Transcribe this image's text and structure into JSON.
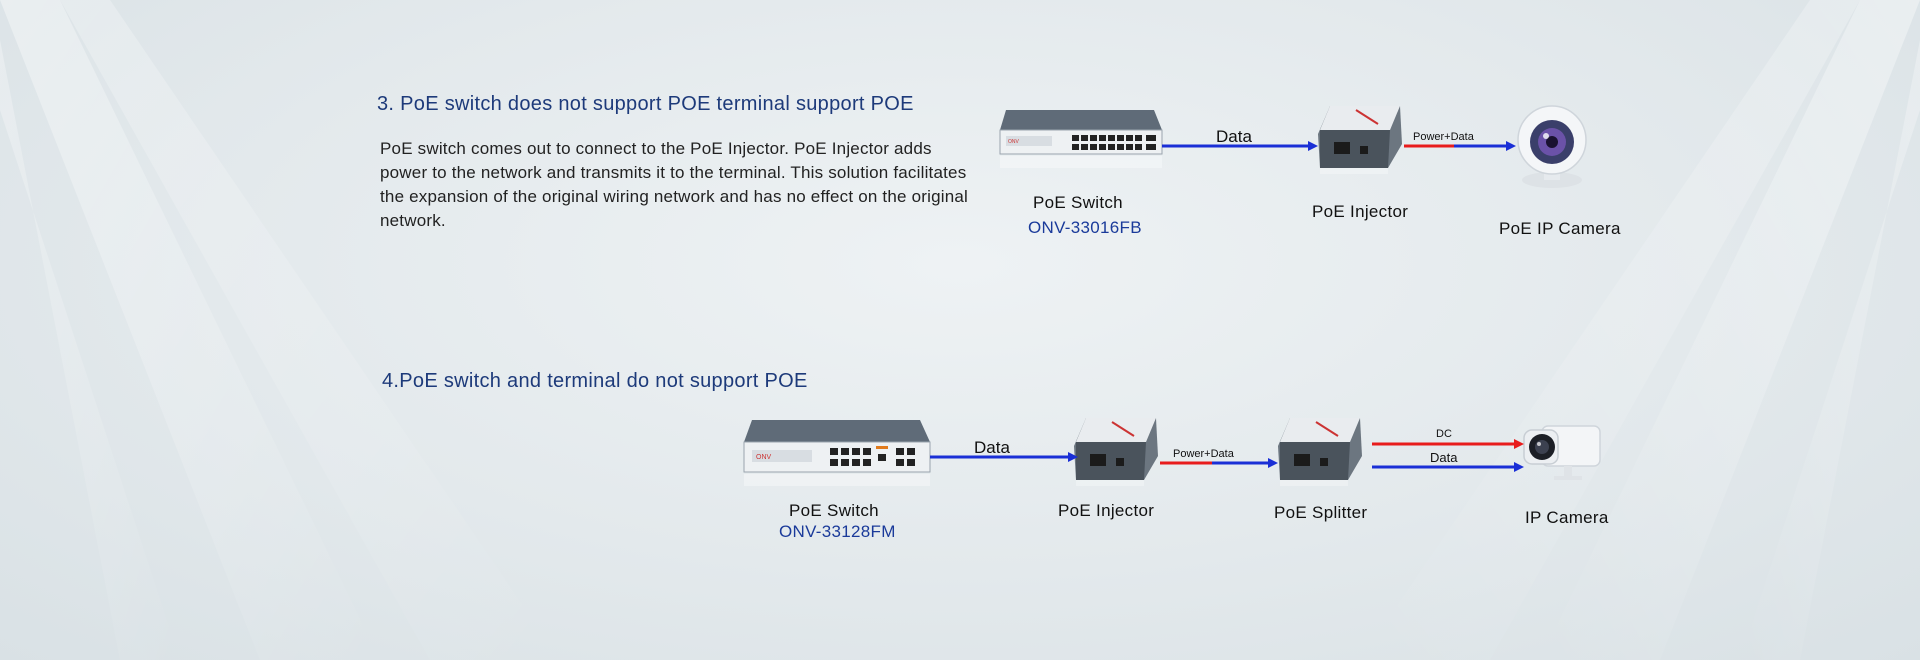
{
  "section3": {
    "title": "3. PoE switch does not support POE terminal support POE",
    "description": "PoE switch comes out to connect to the PoE Injector. PoE Injector adds power to the network and transmits it to the terminal. This solution facilitates the expansion of the original wiring network and has no effect on the original network.",
    "switch_label": "PoE Switch",
    "switch_model": "ONV-33016FB",
    "injector_label": "PoE Injector",
    "camera_label": "PoE IP Camera",
    "link_data": "Data",
    "link_power_data": "Power+Data"
  },
  "section4": {
    "title": "4.PoE switch and terminal do not support POE",
    "switch_label": "PoE Switch",
    "switch_model": "ONV-33128FM",
    "injector_label": "PoE Injector",
    "splitter_label": "PoE Splitter",
    "camera_label": "IP Camera",
    "link_data": "Data",
    "link_power_data": "Power+Data",
    "link_dc": "DC",
    "link_data_2": "Data"
  },
  "colors": {
    "data_line": "#1a2fd6",
    "power_line": "#e81c1c",
    "title": "#1d3a7a",
    "model": "#1a3a9a"
  },
  "icons": {
    "switch_16": "poe-switch-16-port-icon",
    "switch_8": "poe-switch-8-port-icon",
    "injector": "poe-injector-icon",
    "splitter": "poe-splitter-icon",
    "dome_camera": "dome-ip-camera-icon",
    "bullet_camera": "bullet-camera-icon"
  }
}
